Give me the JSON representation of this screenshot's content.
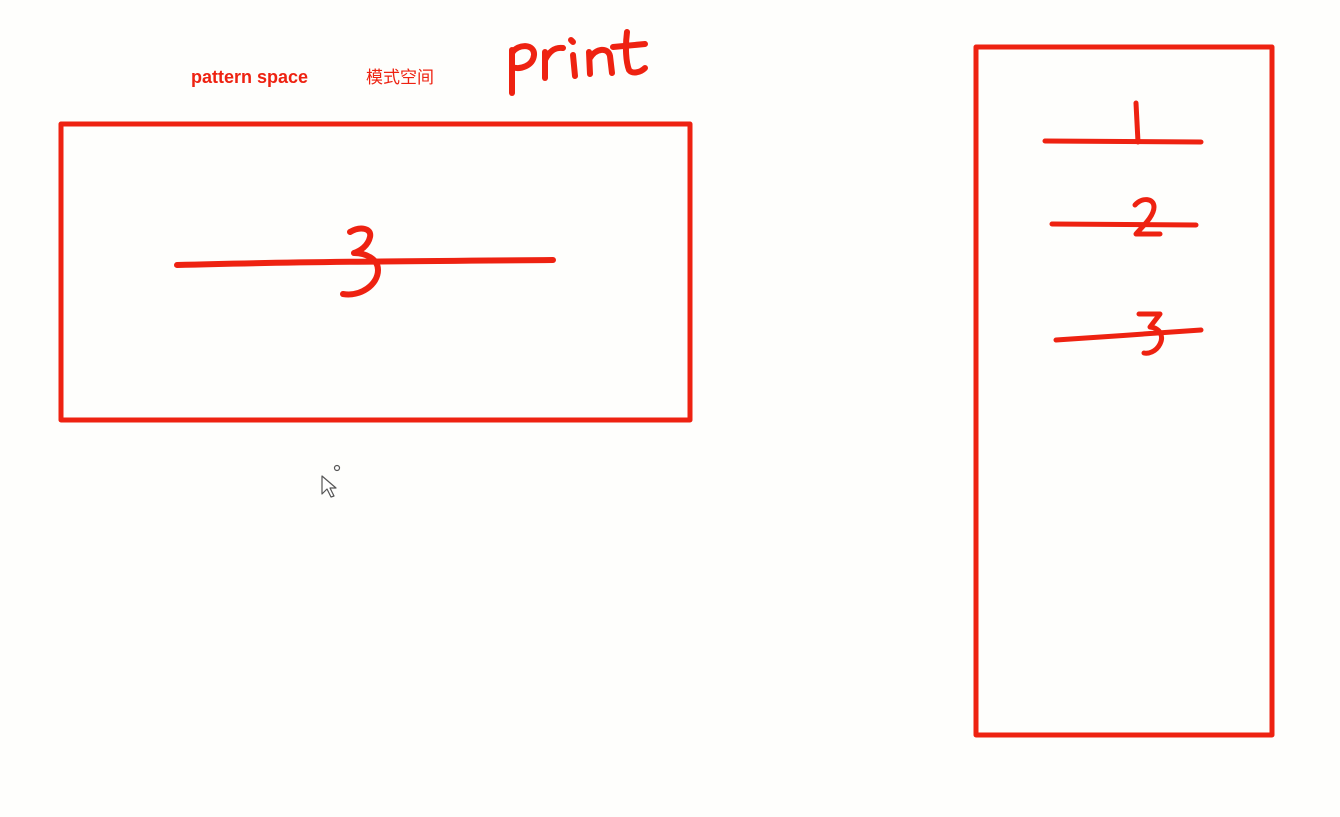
{
  "labels": {
    "pattern_space_en": "pattern space",
    "pattern_space_zh": "模式空间",
    "handwritten_command": "print"
  },
  "pattern_space_box": {
    "content_line": "3"
  },
  "output_stack": {
    "lines": [
      "1",
      "2",
      "3"
    ]
  },
  "colors": {
    "ink": "#ee2211",
    "background": "#fefefc"
  },
  "icons": {
    "cursor": "mouse-pointer-icon"
  }
}
